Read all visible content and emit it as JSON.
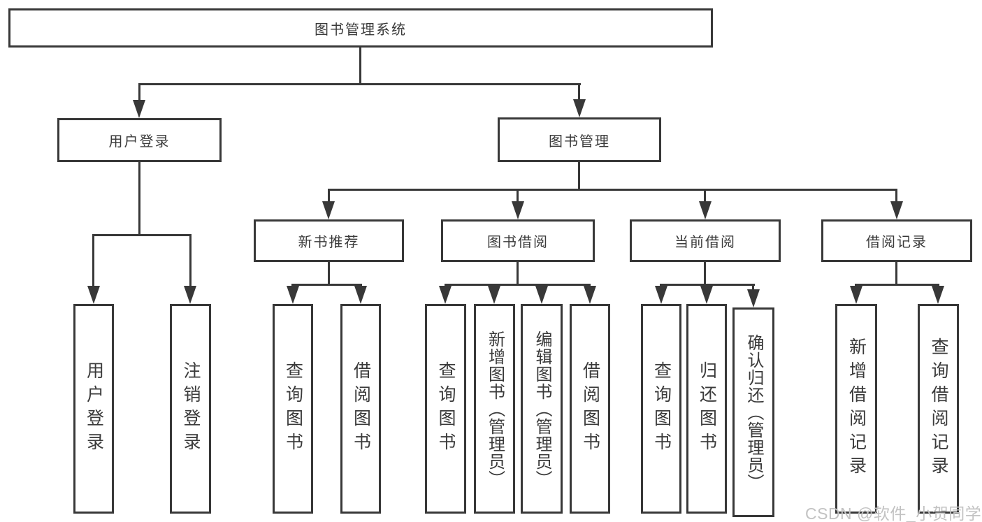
{
  "diagram": {
    "type": "tree",
    "root": {
      "label": "图书管理系统"
    },
    "branches": [
      {
        "label": "用户登录",
        "children": [
          {
            "label": "用户登录"
          },
          {
            "label": "注销登录"
          }
        ]
      },
      {
        "label": "图书管理",
        "children": [
          {
            "label": "新书推荐",
            "children": [
              {
                "label": "查询图书"
              },
              {
                "label": "借阅图书"
              }
            ]
          },
          {
            "label": "图书借阅",
            "children": [
              {
                "label": "查询图书"
              },
              {
                "label": "新增图书（管理员）"
              },
              {
                "label": "编辑图书（管理员）"
              },
              {
                "label": "借阅图书"
              }
            ]
          },
          {
            "label": "当前借阅",
            "children": [
              {
                "label": "查询图书"
              },
              {
                "label": "归还图书"
              },
              {
                "label": "确认归还（管理员）"
              }
            ]
          },
          {
            "label": "借阅记录",
            "children": [
              {
                "label": "新增借阅记录"
              },
              {
                "label": "查询借阅记录"
              }
            ]
          }
        ]
      }
    ]
  },
  "colors": {
    "line": "#383838",
    "text": "#3a3a3a",
    "watermark": "#c2c2c2",
    "background": "#ffffff"
  },
  "watermark": "CSDN @软件_小贺同学"
}
